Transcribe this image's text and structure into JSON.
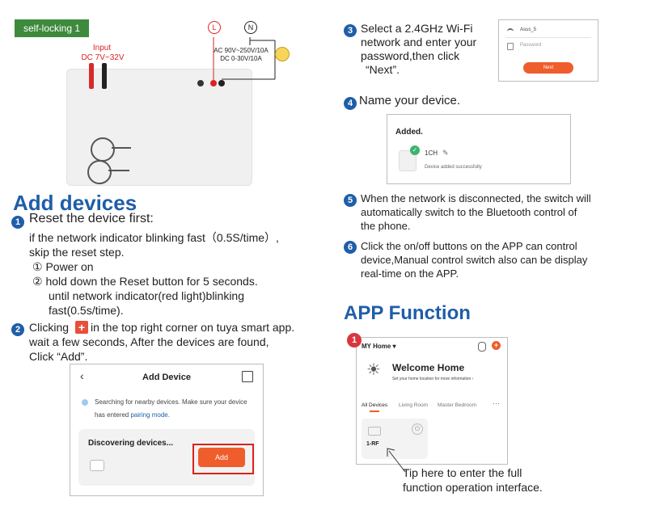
{
  "badge": "self-locking 1",
  "device": {
    "input_label": "Input",
    "input_spec": "DC 7V~32V",
    "output_spec_ac": "AC 90V~250V/10A",
    "output_spec_dc": "DC 0-30V/10A",
    "terminal_l": "L",
    "terminal_n": "N"
  },
  "add_devices": {
    "heading": "Add devices",
    "step1": {
      "num": "1",
      "title": "Reset the device first:",
      "line1": "if the network indicator blinking fast（0.5S/time）,",
      "line2": "skip the reset step.",
      "sub1": "① Power on",
      "sub2": "② hold down the Reset button for 5 seconds.",
      "sub3": "until  network indicator(red light)blinking",
      "sub4": "fast(0.5s/time)."
    },
    "step2": {
      "num": "2",
      "line1_a": "Clicking",
      "line1_b": "in the top right corner on tuya smart app.",
      "line2": "wait a few seconds, After the devices are found,",
      "line3": "Click  “Add”."
    },
    "add_screen": {
      "title": "Add Device",
      "search_text": "Searching for nearby devices. Make sure your device",
      "search_text2_a": "has entered ",
      "search_text2_link": "pairing mode",
      "search_text2_b": ".",
      "discovering": "Discovering devices...",
      "add_button": "Add"
    }
  },
  "right_steps": {
    "step3": {
      "num": "3",
      "line1": "Select a 2.4GHz Wi-Fi",
      "line2": "network and enter your",
      "line3": "password,then click",
      "line4": "“Next”."
    },
    "wifi_screen": {
      "ssid": "Asus_5",
      "password_placeholder": "Password",
      "next_button": "Next"
    },
    "step4": {
      "num": "4",
      "text": "Name your device."
    },
    "added_screen": {
      "title": "Added.",
      "device_name": "1CH",
      "status": "Device added successfully"
    },
    "step5": {
      "num": "5",
      "line1": "When the network is disconnected, the switch will",
      "line2": "automatically switch to the Bluetooth control of",
      "line3": "the phone."
    },
    "step6": {
      "num": "6",
      "line1": "Click the on/off buttons on the APP can control",
      "line2": "device,Manual control switch also can be display",
      "line3": "real-time on the APP."
    }
  },
  "app_function": {
    "heading": "APP Function",
    "home_label": "MY Home",
    "welcome": "Welcome Home",
    "welcome_sub": "Set your home location for more information",
    "tabs": [
      "All Devices",
      "Living Room",
      "Master Bedroom"
    ],
    "device_tile": "1-RF",
    "marker": "1",
    "tip1": "Tip here to enter the full",
    "tip2": "function operation interface."
  }
}
